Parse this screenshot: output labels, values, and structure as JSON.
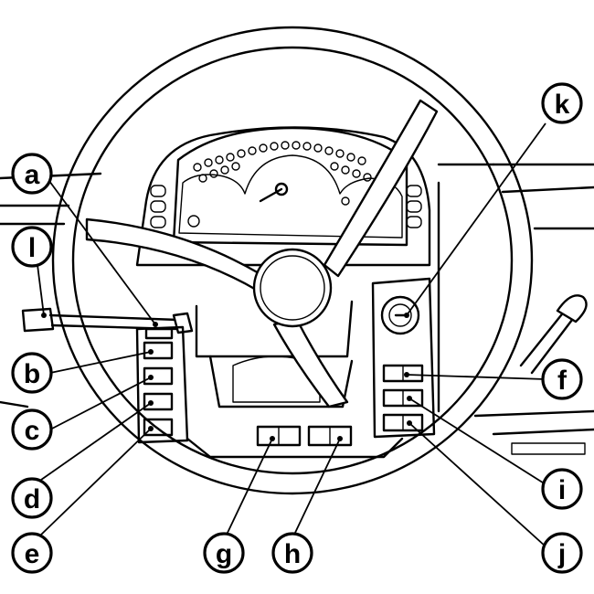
{
  "callouts": [
    {
      "id": "a",
      "label": "a"
    },
    {
      "id": "b",
      "label": "b"
    },
    {
      "id": "c",
      "label": "c"
    },
    {
      "id": "d",
      "label": "d"
    },
    {
      "id": "e",
      "label": "e"
    },
    {
      "id": "f",
      "label": "f"
    },
    {
      "id": "g",
      "label": "g"
    },
    {
      "id": "h",
      "label": "h"
    },
    {
      "id": "i",
      "label": "i"
    },
    {
      "id": "j",
      "label": "j"
    },
    {
      "id": "k",
      "label": "k"
    },
    {
      "id": "l",
      "label": "l"
    }
  ]
}
